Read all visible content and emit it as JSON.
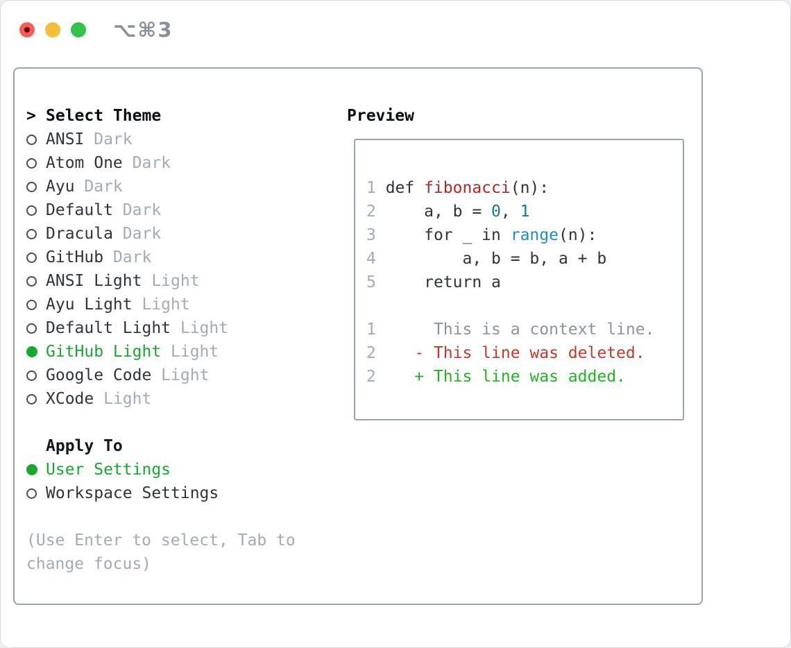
{
  "window": {
    "title_shortcut": "⌥⌘3"
  },
  "colors": {
    "selection_green": "#17a82f",
    "added_green": "#21b421",
    "deleted_red": "#c4392b",
    "function_red": "#b02a21",
    "builtin_blue": "#1d8dc9",
    "number_teal": "#0d7e85",
    "muted_gray": "#a2abb5",
    "context_gray": "#8b949c",
    "text_dark": "#2e343b",
    "border_gray": "#9aa3ad",
    "traffic_red": "#f45f55",
    "traffic_yellow": "#f6bd3a",
    "traffic_green": "#33c24c"
  },
  "theme_panel": {
    "cursor": ">",
    "header": "Select Theme",
    "items": [
      {
        "name": "ANSI",
        "variant": "Dark",
        "selected": false
      },
      {
        "name": "Atom One",
        "variant": "Dark",
        "selected": false
      },
      {
        "name": "Ayu",
        "variant": "Dark",
        "selected": false
      },
      {
        "name": "Default",
        "variant": "Dark",
        "selected": false
      },
      {
        "name": "Dracula",
        "variant": "Dark",
        "selected": false
      },
      {
        "name": "GitHub",
        "variant": "Dark",
        "selected": false
      },
      {
        "name": "ANSI Light",
        "variant": "Light",
        "selected": false
      },
      {
        "name": "Ayu Light",
        "variant": "Light",
        "selected": false
      },
      {
        "name": "Default Light",
        "variant": "Light",
        "selected": false
      },
      {
        "name": "GitHub Light",
        "variant": "Light",
        "selected": true
      },
      {
        "name": "Google Code",
        "variant": "Light",
        "selected": false
      },
      {
        "name": "XCode",
        "variant": "Light",
        "selected": false
      }
    ],
    "apply_to": {
      "header": "Apply To",
      "items": [
        {
          "label": "User Settings",
          "selected": true
        },
        {
          "label": "Workspace Settings",
          "selected": false
        }
      ]
    },
    "hint": "(Use Enter to select, Tab to change focus)"
  },
  "preview": {
    "header": "Preview",
    "lines": [
      {
        "segments": [
          [
            "1 ",
            "ln"
          ],
          [
            "def ",
            "plain"
          ],
          [
            "fibonacci",
            "func"
          ],
          [
            "(n):",
            "plain"
          ]
        ]
      },
      {
        "segments": [
          [
            "2 ",
            "ln"
          ],
          [
            "    a, b = ",
            "plain"
          ],
          [
            "0",
            "num"
          ],
          [
            ", ",
            "plain"
          ],
          [
            "1",
            "num"
          ]
        ]
      },
      {
        "segments": [
          [
            "3 ",
            "ln"
          ],
          [
            "    for _ in ",
            "plain"
          ],
          [
            "range",
            "builtin"
          ],
          [
            "(n):",
            "plain"
          ]
        ]
      },
      {
        "segments": [
          [
            "4 ",
            "ln"
          ],
          [
            "        a, b = b, a + b",
            "plain"
          ]
        ]
      },
      {
        "segments": [
          [
            "5 ",
            "ln"
          ],
          [
            "    return a",
            "plain"
          ]
        ]
      },
      {
        "segments": []
      },
      {
        "segments": [
          [
            "1",
            "ln"
          ],
          [
            "      This is a context line.",
            "context"
          ]
        ]
      },
      {
        "segments": [
          [
            "2",
            "ln"
          ],
          [
            "    ",
            "plain"
          ],
          [
            "- This line was deleted.",
            "del"
          ]
        ]
      },
      {
        "segments": [
          [
            "2",
            "ln"
          ],
          [
            "    ",
            "plain"
          ],
          [
            "+ This line was added.",
            "add"
          ]
        ]
      }
    ]
  }
}
